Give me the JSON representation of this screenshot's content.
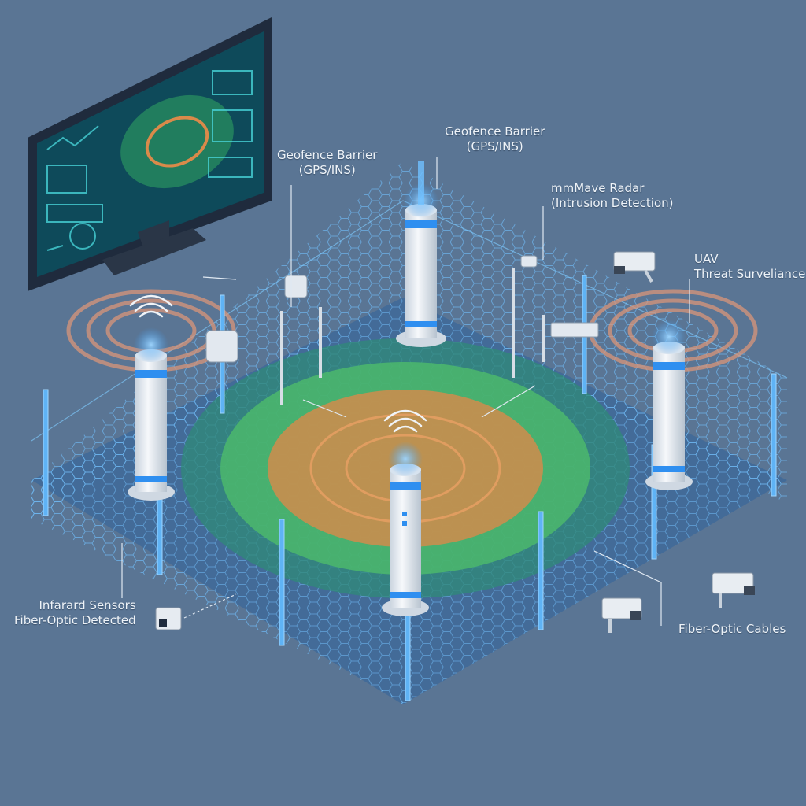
{
  "labels": {
    "geofence_left": {
      "line1": "Geofence Barrier",
      "line2": "(GPS/INS)"
    },
    "geofence_top": {
      "line1": "Geofence Barrier",
      "line2": "(GPS/INS)"
    },
    "mmwave": {
      "line1": "mmMave Radar",
      "line2": "(Intrusion Detection)"
    },
    "uav": {
      "line1": "UAV",
      "line2": "Threat Surveliance"
    },
    "infrared": {
      "line1": "Infarard Sensors",
      "line2": "Fiber-Optic Detected"
    },
    "fiber": {
      "line1": "Fiber-Optic Cables"
    }
  },
  "colors": {
    "background": "#5a7594",
    "mesh": "#4fa8f0",
    "ground": "#3c6795",
    "zone_outer": "#2f8a78",
    "zone_green": "#4fbf6a",
    "zone_orange": "#d98a4a",
    "tower": "#eef2f6",
    "led": "#2f8ff0",
    "monitor_frame": "#1f2b3d",
    "screen": "#0e4a5a"
  }
}
